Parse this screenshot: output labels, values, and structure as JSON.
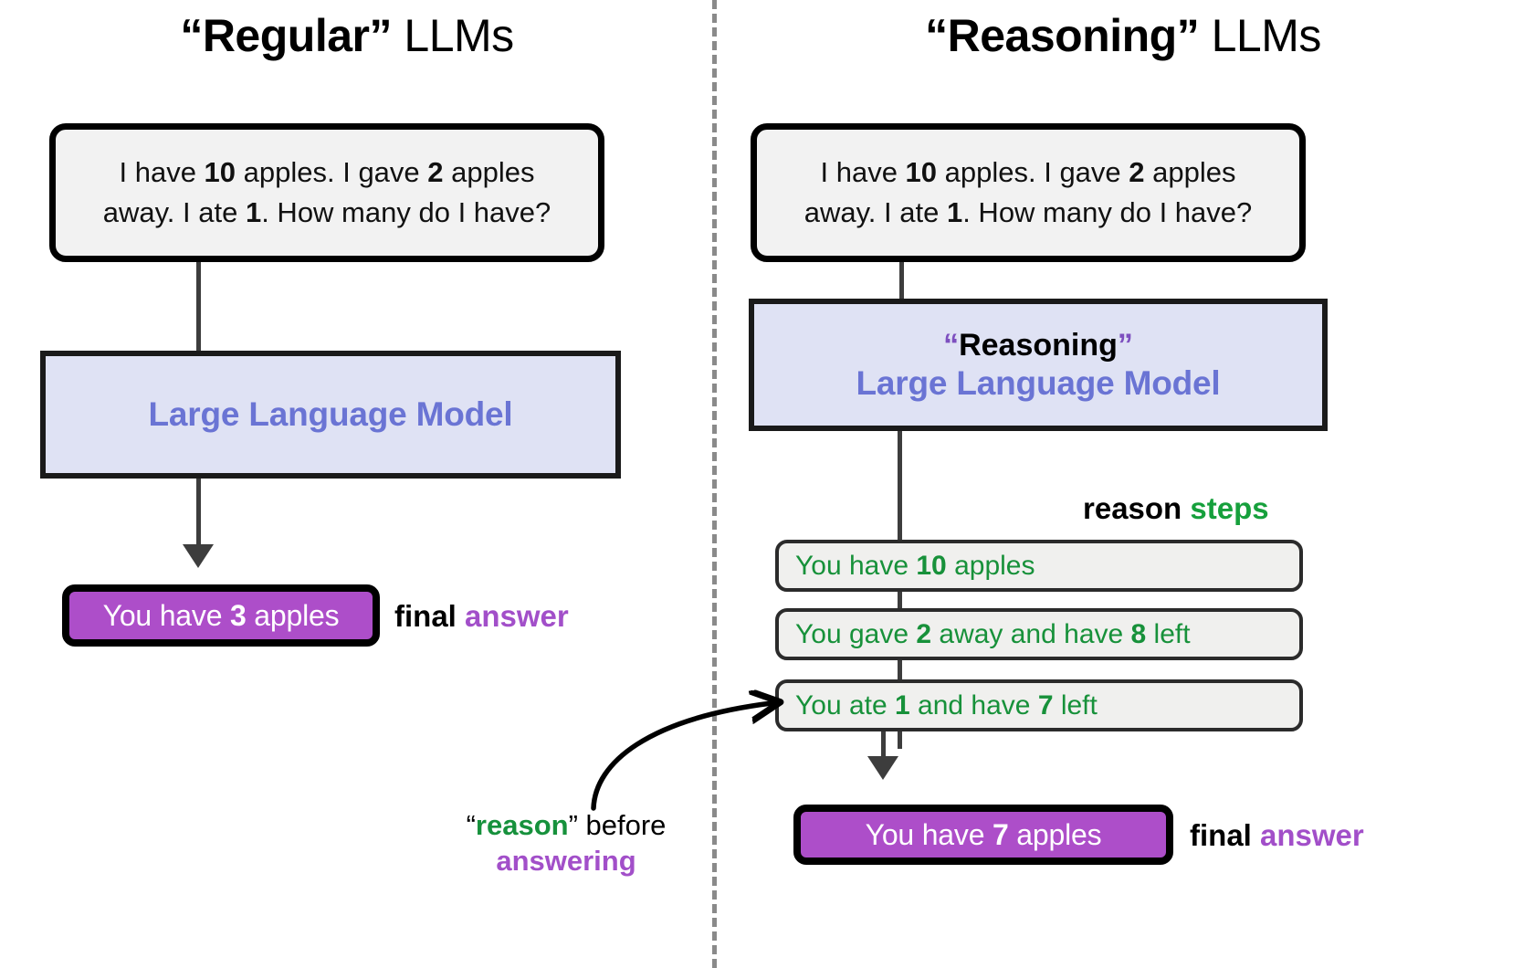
{
  "columns": {
    "left": {
      "title_quoted": "“Regular”",
      "title_rest": " LLMs",
      "prompt": {
        "line1_a": "I have ",
        "line1_n1": "10",
        "line1_b": " apples. I gave ",
        "line1_n2": "2",
        "line1_c": " apples",
        "line2_a": "away. I ate ",
        "line2_n1": "1",
        "line2_b": ". How many do I have?"
      },
      "model_label": "Large Language Model",
      "answer": {
        "prefix": "You have ",
        "number": "3",
        "suffix": " apples"
      },
      "answer_label_bold": "final ",
      "answer_label_accent": "answer"
    },
    "right": {
      "title_quoted": "“Reasoning”",
      "title_rest": " LLMs",
      "prompt": {
        "line1_a": "I have ",
        "line1_n1": "10",
        "line1_b": " apples. I gave ",
        "line1_n2": "2",
        "line1_c": " apples",
        "line2_a": "away. I ate ",
        "line2_n1": "1",
        "line2_b": ". How many do I have?"
      },
      "model_title_open_quote": "“",
      "model_title_word": "Reasoning",
      "model_title_close_quote": "”",
      "model_label": "Large Language Model",
      "steps_label_bold": "reason ",
      "steps_label_accent": "steps",
      "steps": [
        {
          "a": "You have ",
          "n1": "10",
          "b": " apples",
          "n2": "",
          "c": ""
        },
        {
          "a": "You gave ",
          "n1": "2",
          "b": " away and have ",
          "n2": "8",
          "c": " left"
        },
        {
          "a": "You ate ",
          "n1": "1",
          "b": " and have ",
          "n2": "7",
          "c": " left"
        }
      ],
      "answer": {
        "prefix": "You have ",
        "number": "7",
        "suffix": " apples"
      },
      "answer_label_bold": "final ",
      "answer_label_accent": "answer"
    }
  },
  "annotation": {
    "line1_open_quote": "“",
    "line1_green": "reason",
    "line1_close_quote": "”",
    "line1_rest": " before",
    "line2_purple": "answering"
  },
  "colors": {
    "llm_fill": "#dfe2f4",
    "llm_text": "#6a74d4",
    "answer_fill": "#ad4ec9",
    "green": "#17913a",
    "purple": "#a24fc9",
    "box_fill": "#f2f2f2",
    "connector": "#3d3d3d",
    "divider": "#8a8a8a"
  }
}
